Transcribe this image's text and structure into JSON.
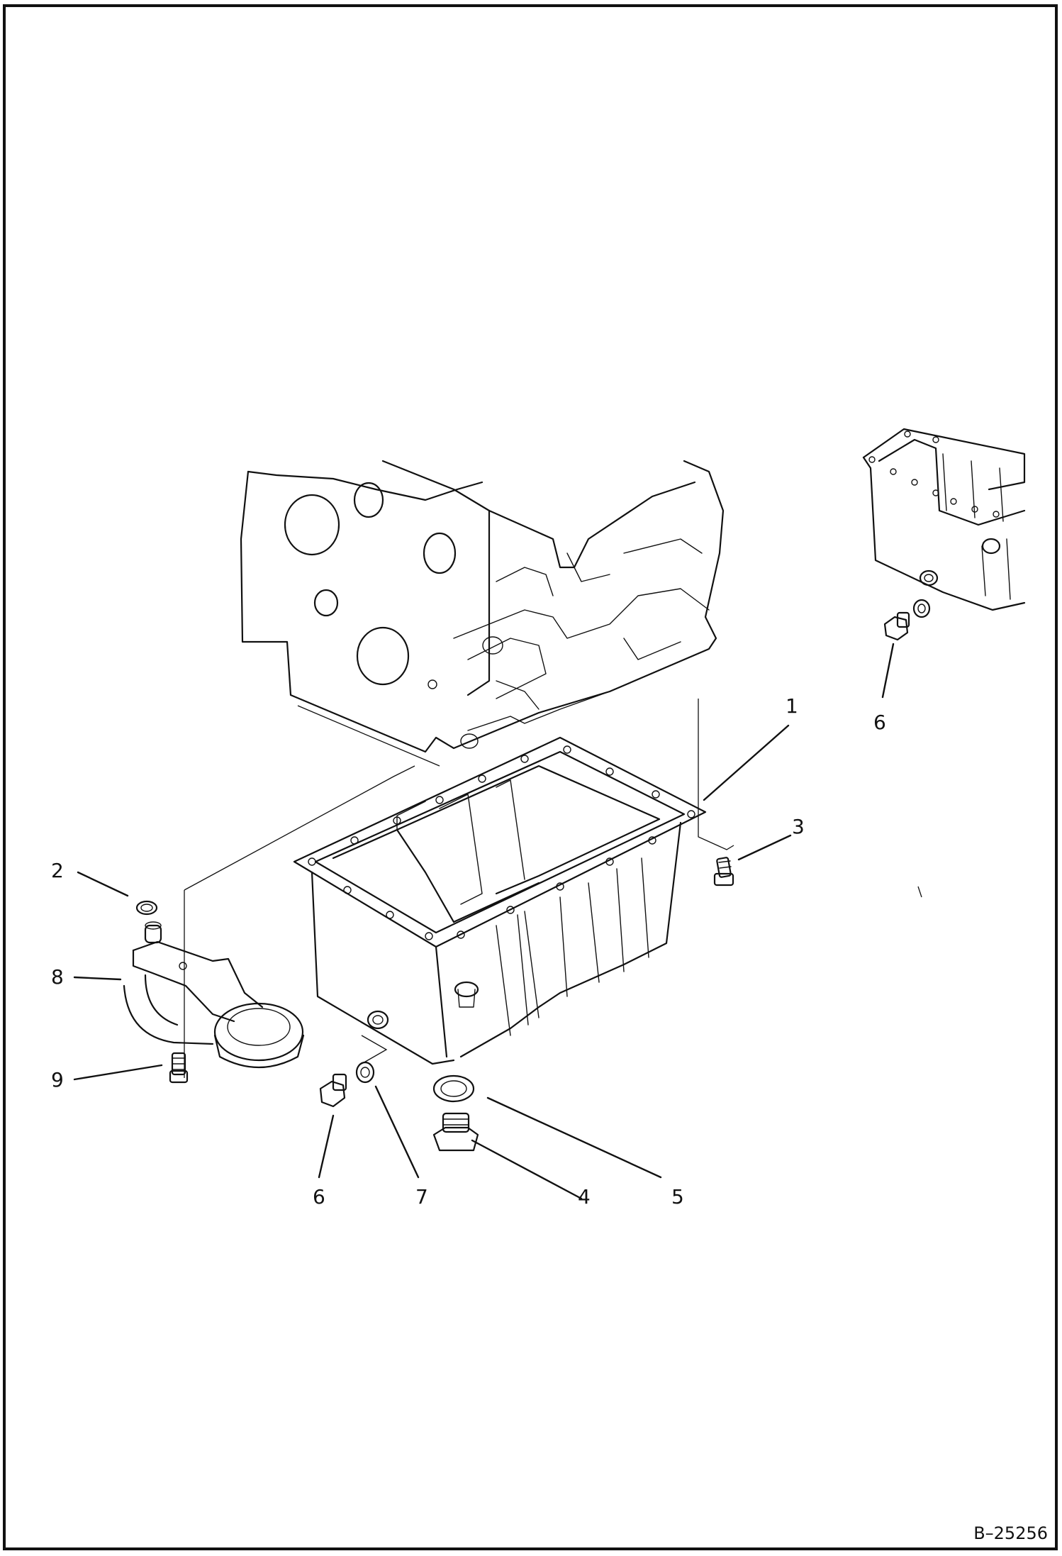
{
  "diagram": {
    "document_id": "B–25256",
    "callouts": [
      {
        "id": "callout-1",
        "label": "1"
      },
      {
        "id": "callout-2",
        "label": "2"
      },
      {
        "id": "callout-3",
        "label": "3"
      },
      {
        "id": "callout-4",
        "label": "4"
      },
      {
        "id": "callout-5",
        "label": "5"
      },
      {
        "id": "callout-6-left",
        "label": "6"
      },
      {
        "id": "callout-6-inset",
        "label": "6"
      },
      {
        "id": "callout-7",
        "label": "7"
      },
      {
        "id": "callout-8",
        "label": "8"
      },
      {
        "id": "callout-9",
        "label": "9"
      }
    ]
  }
}
